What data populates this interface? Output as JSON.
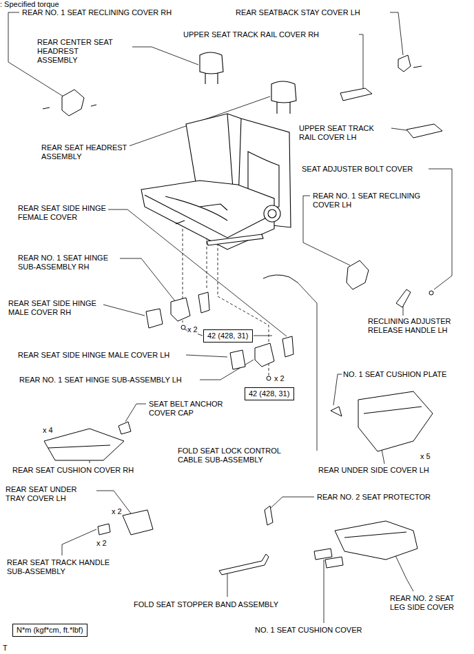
{
  "diagram": {
    "nodes": [
      {
        "text": [
          "42 (428, 31)"
        ]
      },
      {
        "text": [
          "42 (428, 31)"
        ]
      },
      {
        "text": [
          "N*m (kgf*cm, ft.*lbf)",
          ": Specified torque"
        ]
      }
    ],
    "labels": [
      "REAR NO. 1 SEAT RECLINING COVER RH",
      "REAR SEATBACK STAY COVER LH",
      "UPPER SEAT TRACK RAIL COVER RH",
      "REAR CENTER SEAT HEADREST ASSEMBLY",
      "REAR SEAT HEADREST ASSEMBLY",
      "UPPER SEAT TRACK RAIL COVER LH",
      "SEAT ADJUSTER BOLT COVER",
      "REAR NO. 1 SEAT RECLINING COVER LH",
      "REAR SEAT SIDE HINGE FEMALE COVER",
      "REAR NO. 1 SEAT HINGE SUB-ASSEMBLY RH",
      "REAR SEAT SIDE HINGE MALE COVER RH",
      "x 2",
      "REAR SEAT SIDE HINGE MALE COVER LH",
      "REAR NO. 1 SEAT HINGE SUB-ASSEMBLY LH",
      "x 2",
      "RECLINING ADJUSTER RELEASE HANDLE LH",
      "NO. 1 SEAT CUSHION PLATE",
      "x 4",
      "SEAT BELT ANCHOR COVER CAP",
      "FOLD SEAT LOCK CONTROL CABLE SUB-ASSEMBLY",
      "x 5",
      "REAR SEAT CUSHION COVER RH",
      "REAR UNDER SIDE COVER LH",
      "REAR SEAT UNDER TRAY COVER LH",
      "x 2",
      "x 2",
      "REAR NO. 2 SEAT PROTECTOR",
      "REAR SEAT TRACK HANDLE SUB-ASSEMBLY",
      "FOLD SEAT STOPPER BAND ASSEMBLY",
      "REAR NO. 2 SEAT LEG SIDE COVER",
      "NO. 1 SEAT CUSHION COVER",
      "T"
    ]
  }
}
